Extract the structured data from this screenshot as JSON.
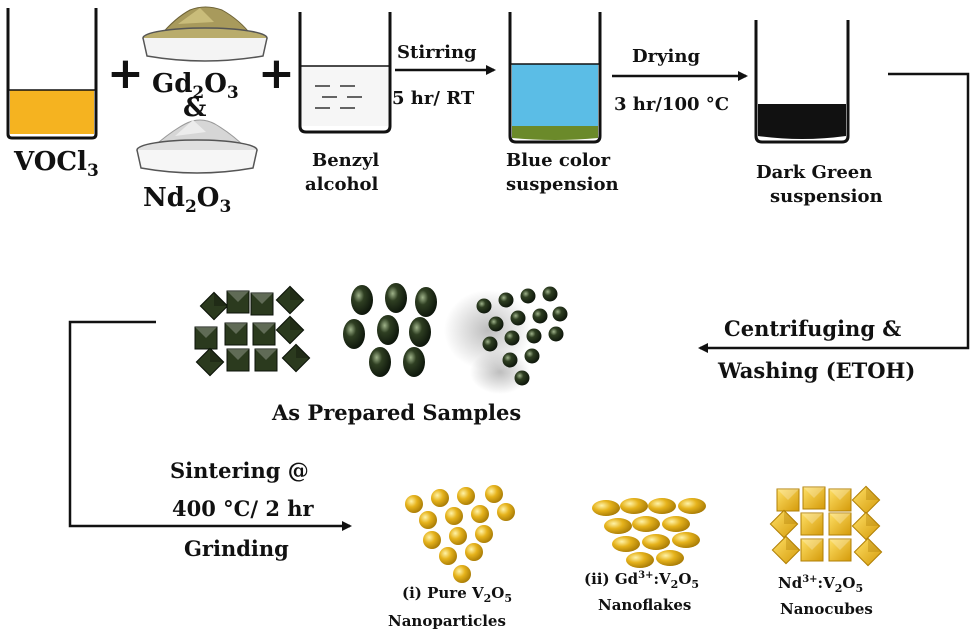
{
  "colors": {
    "vocl3_liquid": "#f5b320",
    "blue_suspension": "#5bbde6",
    "green_sediment": "#6b8a2a",
    "dark_sediment": "#111111",
    "gd2o3_powder": "#a89a5c",
    "nd2o3_powder": "#d6d6d6",
    "sample_dark": "#1e2a14",
    "product_gold": "#e6b31c"
  },
  "step1": {
    "vocl3": {
      "base": "VOCl",
      "sub": "3"
    },
    "plus": "+",
    "gd2o3": {
      "a": "Gd",
      "s1": "2",
      "b": "O",
      "s2": "3"
    },
    "ampersand": "&",
    "nd2o3": {
      "a": "Nd",
      "s1": "2",
      "b": "O",
      "s2": "3"
    },
    "benzyl": [
      "Benzyl",
      "alcohol"
    ],
    "stirring": {
      "top": "Stirring",
      "bottom": "5 hr/ RT"
    },
    "blue": [
      "Blue color",
      "suspension"
    ],
    "drying": {
      "top": "Drying",
      "bottom": "3 hr/100 °C"
    },
    "darkgreen": [
      "Dark Green",
      "suspension"
    ]
  },
  "step2": {
    "centrifuge": [
      "Centrifuging &",
      "Washing (ETOH)"
    ],
    "as_prepared": "As Prepared Samples"
  },
  "step3": {
    "sintering": [
      "Sintering @",
      "400 °C/ 2 hr",
      "Grinding"
    ],
    "p1": {
      "pre": "(i) Pure V",
      "s1": "2",
      "mid": "O",
      "s2": "5",
      "line2": "Nanoparticles"
    },
    "p2": {
      "pre": "(ii) Gd",
      "sup": "3+",
      "mid": ":V",
      "s1": "2",
      "o": "O",
      "s2": "5",
      "line2": "Nanoflakes"
    },
    "p3": {
      "pre": "Nd",
      "sup": "3+",
      "mid": ":V",
      "s1": "2",
      "o": "O",
      "s2": "5",
      "line2": "Nanocubes"
    }
  }
}
